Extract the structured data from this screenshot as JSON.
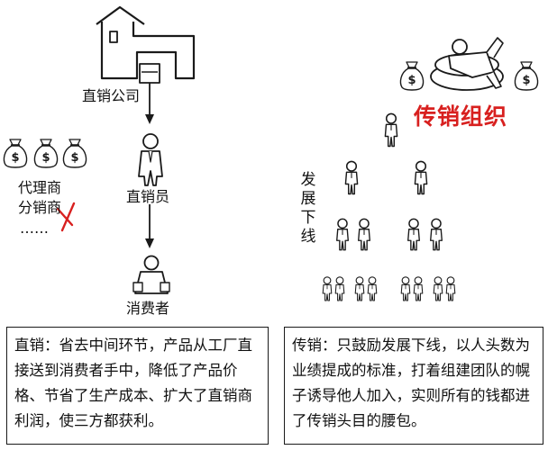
{
  "left": {
    "company_label": "直销公司",
    "agent_label_1": "代理商",
    "agent_label_2": "分销商",
    "ellipsis": "……",
    "salesperson_label": "直销员",
    "consumer_label": "消费者",
    "description": "直销：省去中间环节，产品从工厂直接送到消费者手中，降低了产品价格、节省了生产成本、扩大了直销商利润，使三方都获利。"
  },
  "right": {
    "title": "传销组织",
    "side_label": "发展下线",
    "description": "传销：只鼓励发展下线，以人头数为业绩提成的标准，打着组建团队的幌子诱导他人加入，实则所有的钱都进了传销头目的腰包。"
  },
  "icons": {
    "money_bag_symbol": "$",
    "cross_color": "#d8201f"
  },
  "colors": {
    "title_red": "#d8201f",
    "ink": "#1a1a1a"
  }
}
